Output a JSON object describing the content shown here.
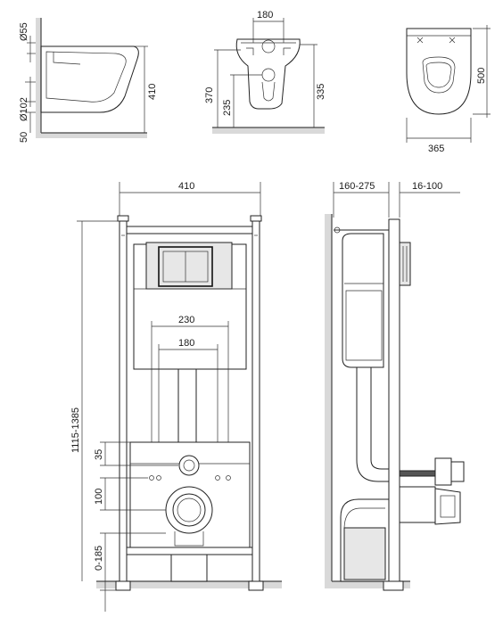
{
  "dims": {
    "d55": "Ø55",
    "d102": "Ø102",
    "d50": "50",
    "d410_side": "410",
    "d180_top": "180",
    "d370": "370",
    "d235": "235",
    "d335": "335",
    "d500": "500",
    "d365": "365",
    "d410_frame": "410",
    "d230": "230",
    "d180_frame": "180",
    "d1115_1385": "1115-1385",
    "d35": "35",
    "d100": "100",
    "d0_185": "0-185",
    "d160_275": "160-275",
    "d16_100": "16-100"
  },
  "colors": {
    "wall": "#d9d9d9",
    "line": "#222222"
  }
}
